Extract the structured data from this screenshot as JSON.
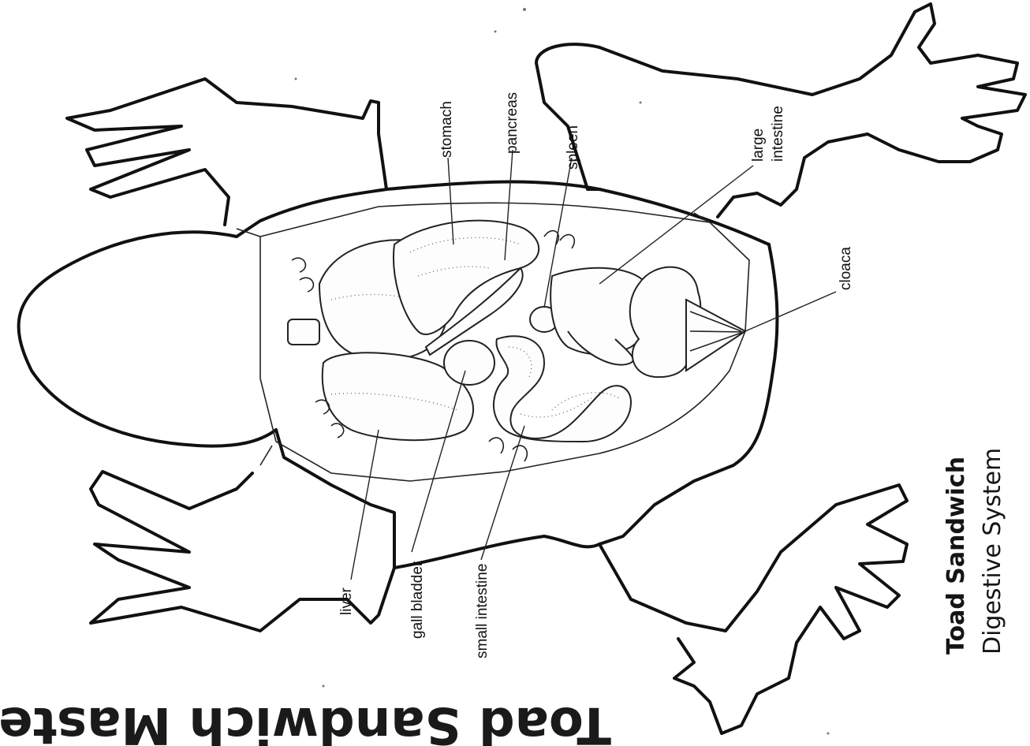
{
  "title": {
    "bold": "Toad Sandwich",
    "regular": "Digestive System"
  },
  "mirrored_header": "Toad Sandwich Master",
  "labels": {
    "liver": "liver",
    "gall_bladder": "gall bladder",
    "small_intestine": "small intestine",
    "stomach": "stomach",
    "pancreas": "pancreas",
    "spleen": "spleen",
    "large_intestine_1": "large",
    "large_intestine_2": "intestine",
    "cloaca": "cloaca"
  }
}
